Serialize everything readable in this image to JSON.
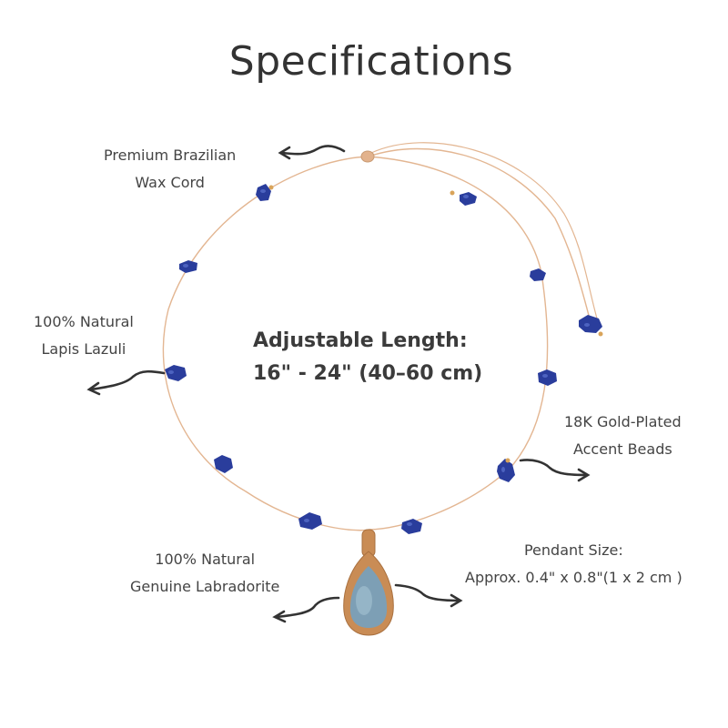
{
  "title": "Specifications",
  "adjustable": {
    "line1": "Adjustable Length:",
    "line2": "16\" - 24\" (40–60 cm)"
  },
  "labels": {
    "cord": {
      "line1": "Premium Brazilian",
      "line2": "Wax Cord"
    },
    "lapis": {
      "line1": "100% Natural",
      "line2": "Lapis Lazuli"
    },
    "beads": {
      "line1": "18K Gold-Plated",
      "line2": "Accent Beads"
    },
    "labradorite": {
      "line1": "100% Natural",
      "line2": "Genuine Labradorite"
    },
    "pendant": {
      "line1": "Pendant Size:",
      "line2": "Approx. 0.4\" x 0.8\"(1 x 2 cm )"
    }
  },
  "colors": {
    "cord": "#e3b692",
    "stone": "#2a3d9c",
    "stone_highlight": "#5d74d0",
    "pendant_wrap": "#c98c55",
    "labradorite": "#7d9fb5",
    "arrow": "#333333"
  }
}
